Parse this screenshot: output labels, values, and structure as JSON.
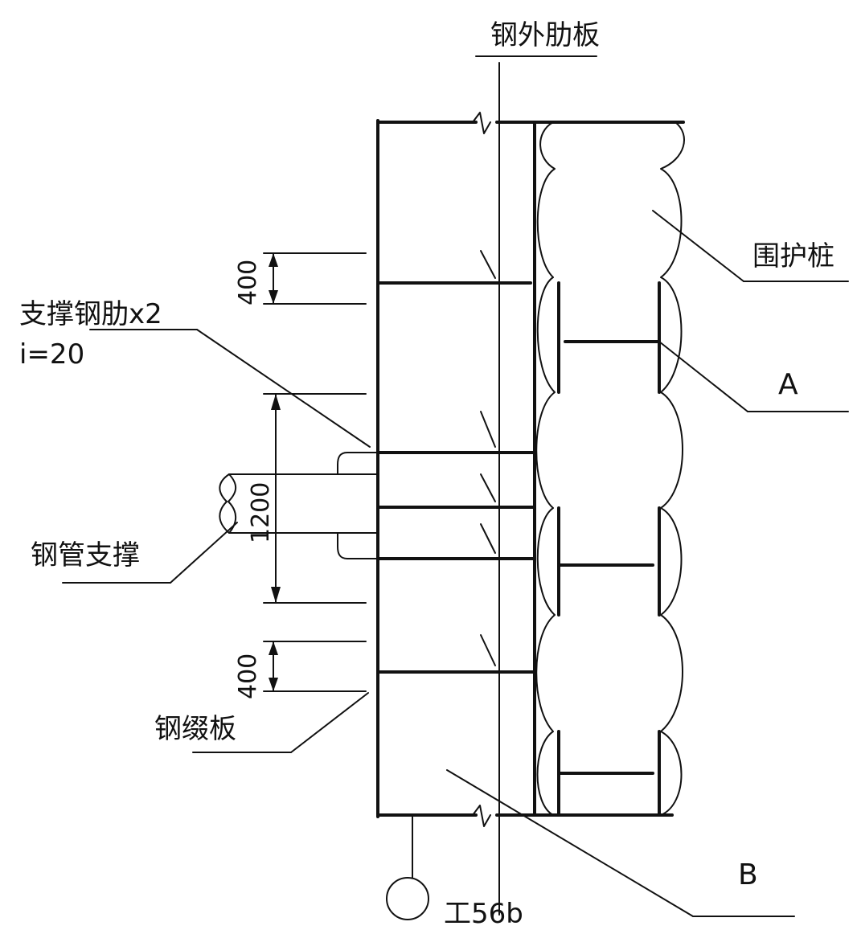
{
  "labels": {
    "rib_outer": "钢外肋板",
    "guard_pile": "围护桩",
    "support_rib": "支撑钢肋x2",
    "spacing": "i=20",
    "steel_pipe": "钢管支撑",
    "stiffener_plate": "钢缀板",
    "detail_a": "A",
    "detail_b": "B",
    "beam_section": "工56b"
  },
  "dimensions": {
    "upper": "400",
    "middle": "1200",
    "lower": "400"
  }
}
